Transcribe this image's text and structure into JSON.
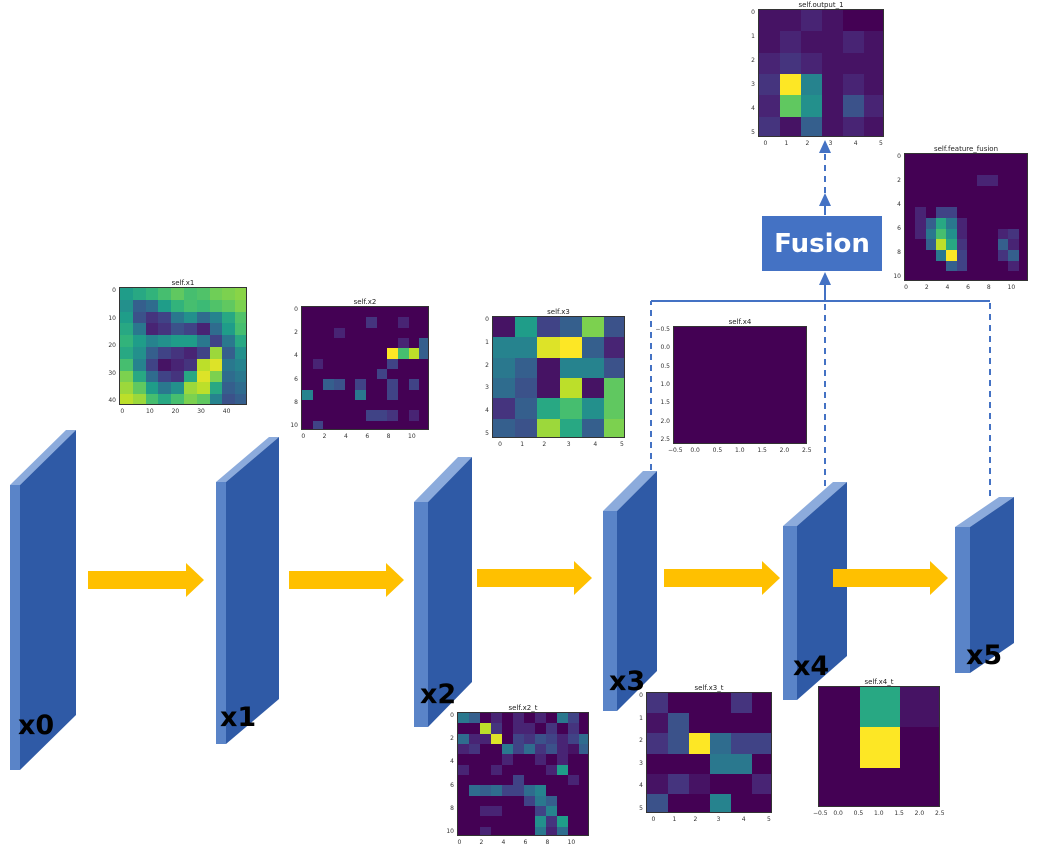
{
  "layers": [
    {
      "label": "x0"
    },
    {
      "label": "x1"
    },
    {
      "label": "x2"
    },
    {
      "label": "x3"
    },
    {
      "label": "x4"
    },
    {
      "label": "x5"
    }
  ],
  "fusion": {
    "label": "Fusion"
  },
  "colors": {
    "layer_front": "#2f5aa6",
    "layer_side": "#5a84c8",
    "layer_top": "#8cabdc",
    "arrow": "#ffc000",
    "connector": "#4472c4",
    "fusion_box": "#4472c4"
  },
  "heatmaps": {
    "x1": {
      "title": "self.x1",
      "xticks": [
        "0",
        "10",
        "20",
        "30",
        "40"
      ],
      "yticks": [
        "0",
        "10",
        "20",
        "30",
        "40"
      ],
      "rows": 10,
      "cols": 10,
      "values": [
        [
          0.55,
          0.6,
          0.65,
          0.7,
          0.75,
          0.7,
          0.72,
          0.78,
          0.8,
          0.82
        ],
        [
          0.5,
          0.3,
          0.35,
          0.55,
          0.65,
          0.7,
          0.68,
          0.72,
          0.75,
          0.8
        ],
        [
          0.55,
          0.25,
          0.15,
          0.2,
          0.4,
          0.5,
          0.35,
          0.45,
          0.6,
          0.72
        ],
        [
          0.6,
          0.4,
          0.1,
          0.15,
          0.25,
          0.2,
          0.1,
          0.35,
          0.55,
          0.7
        ],
        [
          0.65,
          0.55,
          0.45,
          0.5,
          0.55,
          0.55,
          0.4,
          0.2,
          0.4,
          0.6
        ],
        [
          0.6,
          0.5,
          0.3,
          0.2,
          0.15,
          0.1,
          0.2,
          0.85,
          0.3,
          0.5
        ],
        [
          0.7,
          0.45,
          0.2,
          0.05,
          0.1,
          0.15,
          0.9,
          0.95,
          0.4,
          0.45
        ],
        [
          0.8,
          0.6,
          0.35,
          0.2,
          0.15,
          0.6,
          0.95,
          0.8,
          0.35,
          0.4
        ],
        [
          0.85,
          0.75,
          0.55,
          0.4,
          0.5,
          0.85,
          0.9,
          0.6,
          0.3,
          0.35
        ],
        [
          0.9,
          0.85,
          0.7,
          0.6,
          0.7,
          0.8,
          0.75,
          0.45,
          0.25,
          0.3
        ]
      ]
    },
    "x2": {
      "title": "self.x2",
      "xticks": [
        "0",
        "2",
        "4",
        "6",
        "8",
        "10"
      ],
      "yticks": [
        "0",
        "2",
        "4",
        "6",
        "8",
        "10"
      ],
      "rows": 12,
      "cols": 12,
      "values": [
        [
          0,
          0,
          0,
          0,
          0,
          0,
          0,
          0,
          0,
          0,
          0,
          0
        ],
        [
          0,
          0,
          0,
          0,
          0,
          0,
          0.15,
          0,
          0,
          0.1,
          0,
          0
        ],
        [
          0,
          0,
          0,
          0.1,
          0,
          0,
          0,
          0,
          0,
          0,
          0,
          0
        ],
        [
          0,
          0,
          0,
          0,
          0,
          0,
          0,
          0,
          0,
          0.1,
          0,
          0.3
        ],
        [
          0,
          0,
          0,
          0,
          0,
          0,
          0,
          0,
          1.0,
          0.7,
          0.9,
          0.3
        ],
        [
          0,
          0.1,
          0,
          0,
          0,
          0,
          0,
          0,
          0.2,
          0,
          0,
          0
        ],
        [
          0,
          0,
          0,
          0,
          0,
          0,
          0,
          0.2,
          0,
          0,
          0,
          0
        ],
        [
          0,
          0,
          0.3,
          0.25,
          0,
          0.2,
          0,
          0,
          0.2,
          0,
          0.2,
          0
        ],
        [
          0.45,
          0,
          0,
          0,
          0,
          0.4,
          0,
          0,
          0.2,
          0,
          0,
          0
        ],
        [
          0,
          0,
          0,
          0,
          0,
          0,
          0,
          0,
          0,
          0,
          0,
          0
        ],
        [
          0,
          0,
          0,
          0,
          0,
          0,
          0.2,
          0.2,
          0.15,
          0,
          0.1,
          0
        ],
        [
          0,
          0.2,
          0,
          0,
          0,
          0,
          0,
          0,
          0,
          0,
          0,
          0
        ]
      ]
    },
    "x3": {
      "title": "self.x3",
      "xticks": [
        "0",
        "1",
        "2",
        "3",
        "4",
        "5"
      ],
      "yticks": [
        "0",
        "1",
        "2",
        "3",
        "4",
        "5"
      ],
      "rows": 6,
      "cols": 6,
      "values": [
        [
          0.05,
          0.55,
          0.2,
          0.3,
          0.8,
          0.25
        ],
        [
          0.45,
          0.45,
          0.95,
          1.0,
          0.3,
          0.1
        ],
        [
          0.4,
          0.3,
          0.05,
          0.45,
          0.45,
          0.25
        ],
        [
          0.35,
          0.25,
          0.05,
          0.9,
          0.05,
          0.75
        ],
        [
          0.15,
          0.3,
          0.6,
          0.7,
          0.5,
          0.75
        ],
        [
          0.3,
          0.25,
          0.85,
          0.6,
          0.3,
          0.8
        ]
      ]
    },
    "x4": {
      "title": "self.x4",
      "xticks": [
        "−0.5",
        "0.0",
        "0.5",
        "1.0",
        "1.5",
        "2.0",
        "2.5"
      ],
      "yticks": [
        "−0.5",
        "0.0",
        "0.5",
        "1.0",
        "1.5",
        "2.0",
        "2.5"
      ],
      "rows": 1,
      "cols": 1,
      "values": [
        [
          0
        ]
      ]
    },
    "output_1": {
      "title": "self.output_1",
      "xticks": [
        "0",
        "1",
        "2",
        "3",
        "4",
        "5"
      ],
      "yticks": [
        "0",
        "1",
        "2",
        "3",
        "4",
        "5"
      ],
      "rows": 6,
      "cols": 6,
      "values": [
        [
          0.05,
          0.05,
          0.1,
          0.05,
          0.0,
          0.0
        ],
        [
          0.05,
          0.1,
          0.05,
          0.05,
          0.1,
          0.05
        ],
        [
          0.1,
          0.15,
          0.1,
          0.05,
          0.05,
          0.05
        ],
        [
          0.15,
          1.0,
          0.45,
          0.05,
          0.1,
          0.05
        ],
        [
          0.1,
          0.75,
          0.5,
          0.05,
          0.25,
          0.1
        ],
        [
          0.15,
          0.05,
          0.3,
          0.05,
          0.1,
          0.05
        ]
      ]
    },
    "feature_fusion": {
      "title": "self.feature_fusion",
      "xticks": [
        "0",
        "2",
        "4",
        "6",
        "8",
        "10"
      ],
      "yticks": [
        "0",
        "2",
        "4",
        "6",
        "8",
        "10"
      ],
      "rows": 12,
      "cols": 12,
      "values": [
        [
          0,
          0,
          0,
          0,
          0,
          0,
          0,
          0,
          0,
          0,
          0,
          0
        ],
        [
          0,
          0,
          0,
          0,
          0,
          0,
          0,
          0,
          0,
          0,
          0,
          0
        ],
        [
          0,
          0,
          0,
          0,
          0,
          0,
          0,
          0.1,
          0.1,
          0,
          0,
          0
        ],
        [
          0,
          0,
          0,
          0,
          0,
          0,
          0,
          0,
          0,
          0,
          0,
          0
        ],
        [
          0,
          0,
          0,
          0,
          0,
          0,
          0,
          0,
          0,
          0,
          0,
          0
        ],
        [
          0,
          0.1,
          0,
          0.2,
          0.2,
          0,
          0,
          0,
          0,
          0,
          0,
          0
        ],
        [
          0,
          0.1,
          0.3,
          0.6,
          0.4,
          0.1,
          0,
          0,
          0,
          0,
          0,
          0
        ],
        [
          0,
          0.1,
          0.4,
          0.7,
          0.5,
          0.1,
          0,
          0,
          0,
          0.1,
          0.15,
          0
        ],
        [
          0,
          0,
          0.3,
          0.9,
          0.6,
          0.15,
          0,
          0,
          0,
          0.3,
          0.1,
          0
        ],
        [
          0,
          0,
          0,
          0.4,
          1.0,
          0.2,
          0,
          0,
          0,
          0.15,
          0.3,
          0
        ],
        [
          0,
          0,
          0,
          0,
          0.3,
          0.2,
          0,
          0,
          0,
          0,
          0.1,
          0
        ],
        [
          0,
          0,
          0,
          0,
          0,
          0,
          0,
          0,
          0,
          0,
          0,
          0
        ]
      ]
    },
    "x2_t": {
      "title": "self.x2_t",
      "xticks": [
        "0",
        "2",
        "4",
        "6",
        "8",
        "10"
      ],
      "yticks": [
        "0",
        "2",
        "4",
        "6",
        "8",
        "10"
      ],
      "rows": 12,
      "cols": 12,
      "values": [
        [
          0.4,
          0.3,
          0,
          0.1,
          0,
          0.1,
          0,
          0.1,
          0,
          0.4,
          0.2,
          0
        ],
        [
          0,
          0,
          0.9,
          0.15,
          0,
          0.1,
          0.1,
          0,
          0.15,
          0,
          0.15,
          0
        ],
        [
          0.35,
          0.1,
          0.1,
          0.95,
          0,
          0.2,
          0.15,
          0.25,
          0.2,
          0.1,
          0.2,
          0.35
        ],
        [
          0.1,
          0.15,
          0,
          0,
          0.4,
          0.2,
          0.35,
          0.15,
          0.25,
          0.1,
          0.05,
          0.3
        ],
        [
          0,
          0,
          0,
          0,
          0.1,
          0,
          0,
          0.1,
          0,
          0.1,
          0,
          0
        ],
        [
          0.1,
          0,
          0,
          0.1,
          0,
          0,
          0,
          0,
          0.1,
          0.55,
          0,
          0
        ],
        [
          0,
          0,
          0,
          0,
          0,
          0.2,
          0,
          0,
          0,
          0,
          0.1,
          0
        ],
        [
          0,
          0.35,
          0.3,
          0.35,
          0.2,
          0.2,
          0.35,
          0.45,
          0,
          0,
          0,
          0
        ],
        [
          0,
          0,
          0,
          0,
          0,
          0,
          0.2,
          0.4,
          0.3,
          0,
          0,
          0
        ],
        [
          0,
          0,
          0.1,
          0.1,
          0,
          0,
          0,
          0.2,
          0.45,
          0,
          0,
          0
        ],
        [
          0,
          0,
          0,
          0,
          0,
          0,
          0,
          0.5,
          0.15,
          0.55,
          0,
          0
        ],
        [
          0,
          0,
          0.1,
          0,
          0,
          0,
          0,
          0.4,
          0.1,
          0.35,
          0,
          0
        ]
      ]
    },
    "x3_t": {
      "title": "self.x3_t",
      "xticks": [
        "0",
        "1",
        "2",
        "3",
        "4",
        "5"
      ],
      "yticks": [
        "0",
        "1",
        "2",
        "3",
        "4",
        "5"
      ],
      "rows": 6,
      "cols": 6,
      "values": [
        [
          0.15,
          0.0,
          0.0,
          0.0,
          0.15,
          0.0
        ],
        [
          0.05,
          0.25,
          0.0,
          0.0,
          0.0,
          0.0
        ],
        [
          0.15,
          0.25,
          1.0,
          0.35,
          0.2,
          0.2
        ],
        [
          0.0,
          0.0,
          0.0,
          0.4,
          0.4,
          0.0
        ],
        [
          0.05,
          0.15,
          0.05,
          0.0,
          0.0,
          0.1
        ],
        [
          0.25,
          0.0,
          0.0,
          0.45,
          0.0,
          0.0
        ]
      ]
    },
    "x4_t": {
      "title": "self.x4_t",
      "xticks": [
        "−0.5",
        "0.0",
        "0.5",
        "1.0",
        "1.5",
        "2.0",
        "2.5"
      ],
      "yticks": [],
      "rows": 3,
      "cols": 3,
      "values": [
        [
          0.0,
          0.6,
          0.05
        ],
        [
          0.0,
          1.0,
          0.0
        ],
        [
          0.0,
          0.0,
          0.0
        ]
      ]
    }
  }
}
